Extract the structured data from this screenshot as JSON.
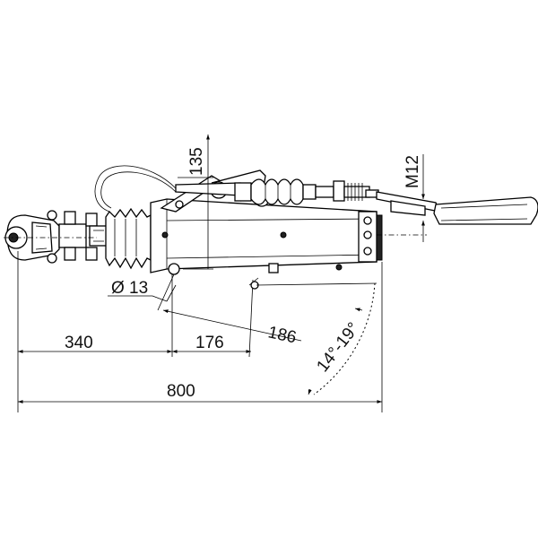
{
  "drawing": {
    "dimensions": {
      "overall_length": "800",
      "front_to_mount": "340",
      "mount_spacing": "176",
      "mount_diagonal": "186",
      "height": "135",
      "bolt_hole": "Ø 13",
      "handle_thread": "M12",
      "tilt_angle": "14°-19°"
    }
  }
}
